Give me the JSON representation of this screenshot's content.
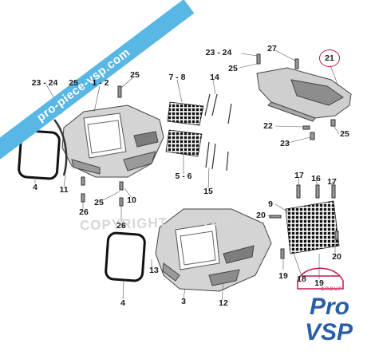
{
  "watermark": {
    "banner_text": "pro-piece-vsp.com",
    "copyright_text": "COPYRIGHT",
    "copyright_brand": "Pro VSP"
  },
  "logo": {
    "group_text": "GROUP",
    "pro_text": "Pro",
    "vsp_text": "VSP"
  },
  "callouts": {
    "p23_24_top": "23 - 24",
    "p27": "27",
    "p21": "21",
    "p25_top": "25",
    "p22": "22",
    "p23_right": "23",
    "p25_right": "25",
    "p23_24_left": "23 - 24",
    "p25_left": "25",
    "p1_2": "1 - 2",
    "p25_center": "25",
    "p7_8": "7 - 8",
    "p14": "14",
    "p4_left": "4",
    "p11": "11",
    "p26_left": "26",
    "p25_bottom": "25",
    "p10": "10",
    "p26_center": "26",
    "p5_6": "5 - 6",
    "p15": "15",
    "p17_left": "17",
    "p16": "16",
    "p17_right": "17",
    "p9": "9",
    "p20_top": "20",
    "p18": "18",
    "p20_bottom": "20",
    "p19_left": "19",
    "p19_right": "19",
    "p13": "13",
    "p4_bottom": "4",
    "p3": "3",
    "p12": "12"
  },
  "colors": {
    "highlight": "#c2184b",
    "banner": "#58b7e4",
    "brand_blue": "#2a5fa8",
    "brand_pink": "#e0467a"
  }
}
